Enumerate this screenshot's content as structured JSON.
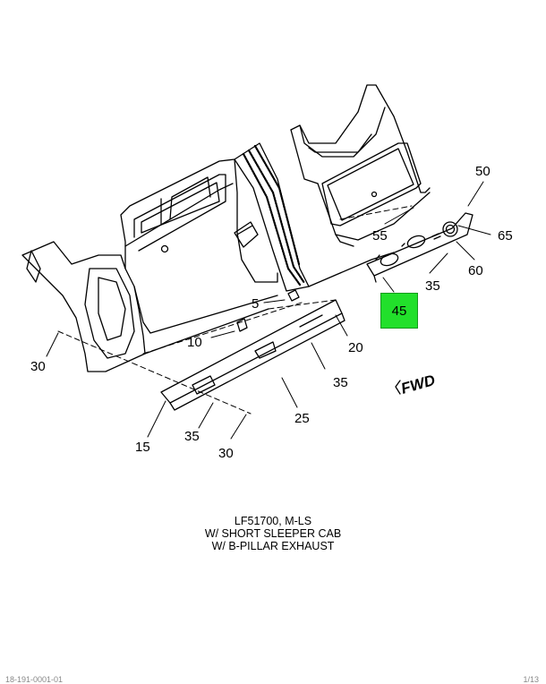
{
  "diagram": {
    "callouts": {
      "c50": "50",
      "c55": "55",
      "c65": "65",
      "c60": "60",
      "c35a": "35",
      "c45": "45",
      "c5": "5",
      "c10": "10",
      "c20": "20",
      "c30a": "30",
      "c35b": "35",
      "c25": "25",
      "c15": "15",
      "c35c": "35",
      "c30b": "30"
    },
    "highlighted_callout": "45",
    "highlight_color": "#22e02b",
    "fwd_label": "FWD",
    "caption_lines": [
      "LF51700, M-LS",
      "W/ SHORT SLEEPER CAB",
      "W/ B-PILLAR EXHAUST"
    ],
    "footer_left": "18-191-0001-01",
    "footer_right": "1/13"
  }
}
